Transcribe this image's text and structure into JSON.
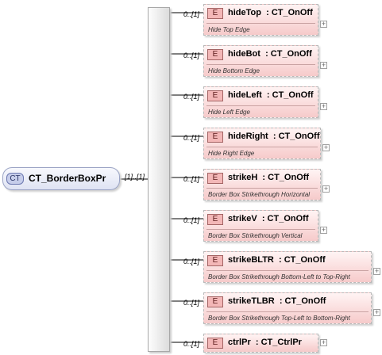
{
  "complex_type": {
    "badge": "CT",
    "name": "CT_BorderBoxPr"
  },
  "sequence_occurrence": "[1]..[1]",
  "elements": [
    {
      "badge": "E",
      "name": "hideTop",
      "type": ": CT_OnOff",
      "occurrence": "0..[1]",
      "doc": "Hide Top Edge",
      "expand_icon": "plus-icon"
    },
    {
      "badge": "E",
      "name": "hideBot",
      "type": ": CT_OnOff",
      "occurrence": "0..[1]",
      "doc": "Hide Bottom Edge",
      "expand_icon": "plus-icon"
    },
    {
      "badge": "E",
      "name": "hideLeft",
      "type": ": CT_OnOff",
      "occurrence": "0..[1]",
      "doc": "Hide Left Edge",
      "expand_icon": "plus-icon"
    },
    {
      "badge": "E",
      "name": "hideRight",
      "type": ": CT_OnOff",
      "occurrence": "0..[1]",
      "doc": "Hide Right Edge",
      "expand_icon": "plus-icon"
    },
    {
      "badge": "E",
      "name": "strikeH",
      "type": ": CT_OnOff",
      "occurrence": "0..[1]",
      "doc": "Border Box Strikethrough Horizontal",
      "expand_icon": "plus-icon"
    },
    {
      "badge": "E",
      "name": "strikeV",
      "type": ": CT_OnOff",
      "occurrence": "0..[1]",
      "doc": "Border Box Strikethrough Vertical",
      "expand_icon": "plus-icon"
    },
    {
      "badge": "E",
      "name": "strikeBLTR",
      "type": ": CT_OnOff",
      "occurrence": "0..[1]",
      "doc": "Border Box Strikethrough Bottom-Left to Top-Right",
      "expand_icon": "plus-icon"
    },
    {
      "badge": "E",
      "name": "strikeTLBR",
      "type": ": CT_OnOff",
      "occurrence": "0..[1]",
      "doc": "Border Box Strikethrough Top-Left to Bottom-Right",
      "expand_icon": "plus-icon"
    },
    {
      "badge": "E",
      "name": "ctrlPr",
      "type": ": CT_CtrlPr",
      "occurrence": "0..[1]",
      "doc": "",
      "expand_icon": "plus-icon"
    }
  ],
  "colors": {
    "element_fill": "#f6caca",
    "complex_type_fill": "#dfe3f3",
    "compositor_fill": "#dcdcdc"
  }
}
